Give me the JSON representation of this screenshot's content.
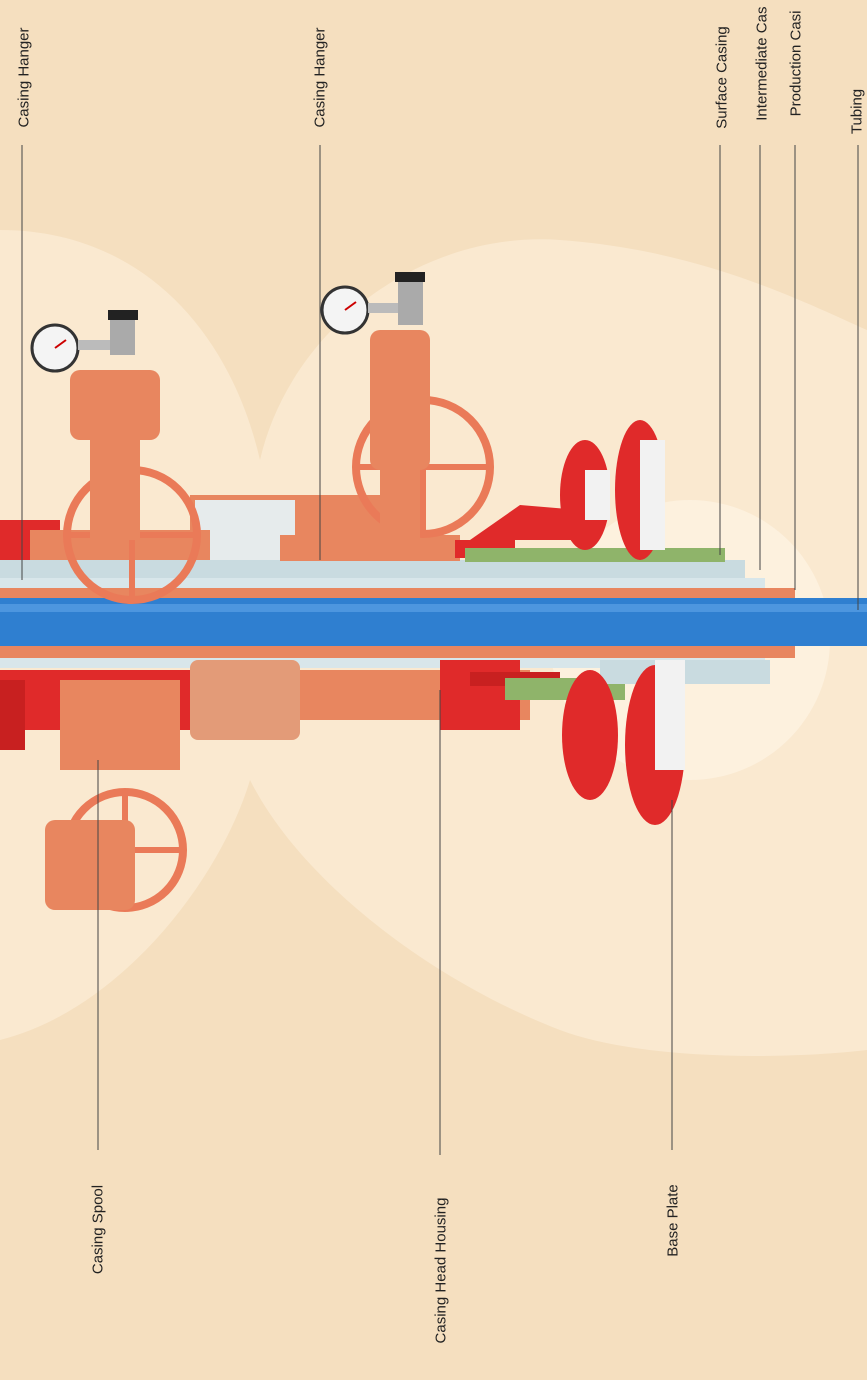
{
  "labels": {
    "casing_hanger_1": "Casing Hanger",
    "casing_hanger_2": "Casing Hanger",
    "surface_casing": "Surface Casing",
    "intermediate_casing": "Intermediate Cas",
    "production_casing": "Production Casi",
    "tubing": "Tubing",
    "casing_spool": "Casing Spool",
    "casing_head_housing": "Casing Head Housing",
    "base_plate": "Base Plate"
  },
  "colors": {
    "background": "#f5dfbf",
    "halo": "#fbecd6",
    "tubing": "#2f7fd0",
    "flange_red": "#e02a2a",
    "body_orange": "#e8865f",
    "casing_light": "#c9dbe0",
    "green_ring": "#8fb46a",
    "gauge_face": "#f4f4f4"
  }
}
